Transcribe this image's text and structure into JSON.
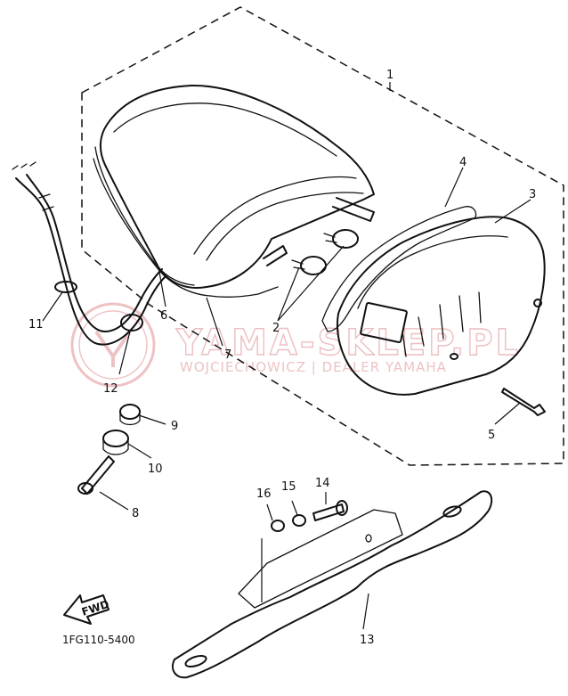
{
  "diagram": {
    "part_code": "1FG110-5400",
    "fwd_label": "FWD",
    "callouts": [
      "1",
      "2",
      "3",
      "4",
      "5",
      "6",
      "7",
      "8",
      "9",
      "10",
      "11",
      "12",
      "13",
      "14",
      "15",
      "16"
    ],
    "watermark": {
      "brand": "YAMA-SKLEP.PL",
      "subtitle": "WOJCIECHOWICZ | DEALER YAMAHA",
      "color": "#e7a9aa"
    }
  }
}
